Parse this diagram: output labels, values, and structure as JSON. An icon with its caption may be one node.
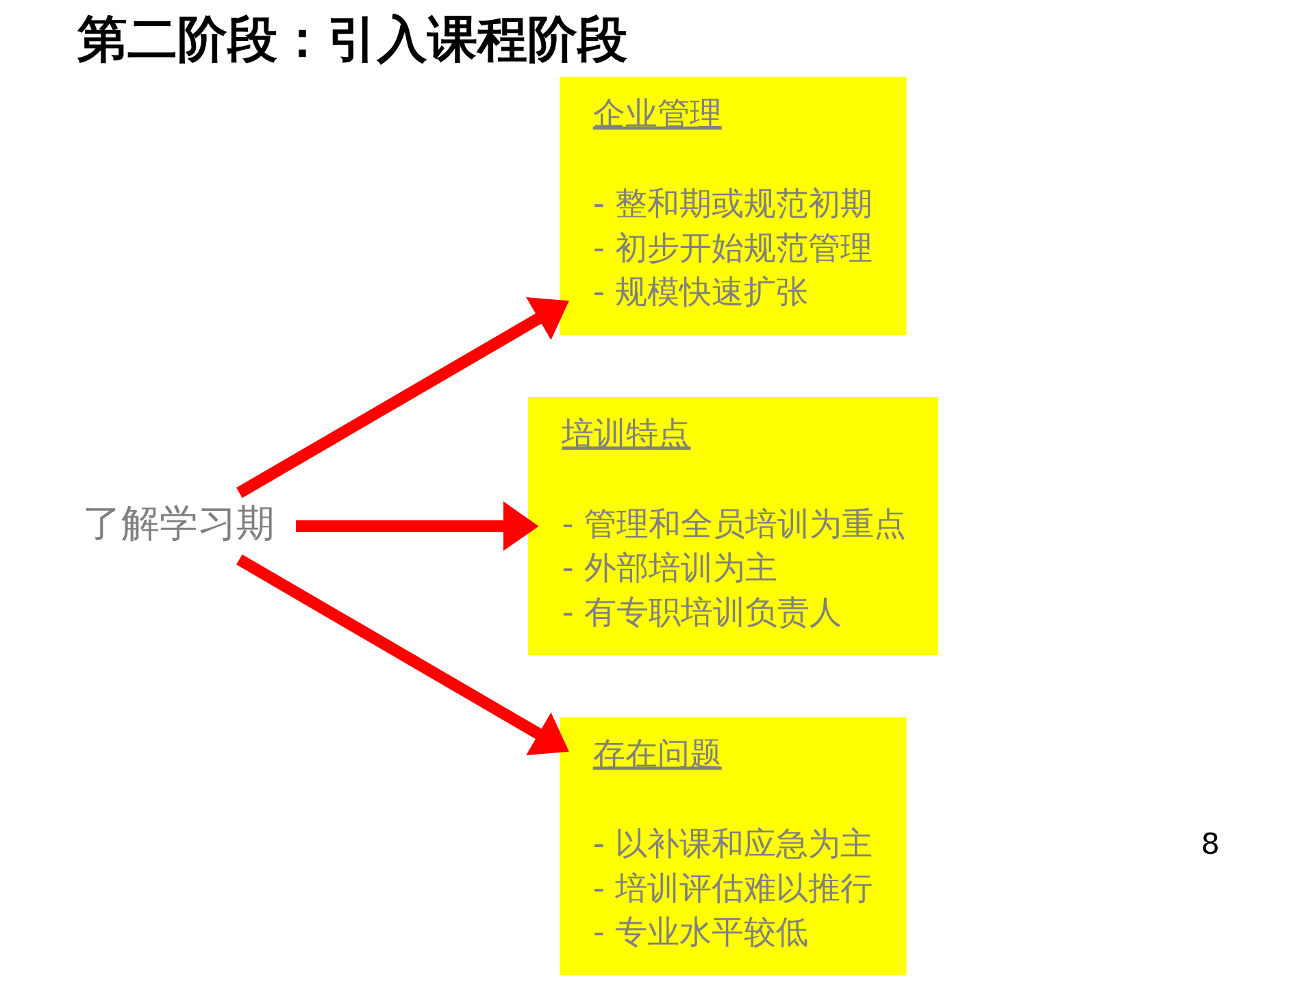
{
  "diagram": {
    "title": "第二阶段：引入课程阶段",
    "nodes": [
      {
        "text": [
          "了解学习期"
        ]
      },
      {
        "text": [
          "企业管理",
          "- 整和期或规范初期",
          "- 初步开始规范管理",
          "- 规模快速扩张"
        ]
      },
      {
        "text": [
          "培训特点",
          "- 管理和全员培训为重点",
          "- 外部培训为主",
          "- 有专职培训负责人"
        ]
      },
      {
        "text": [
          "存在问题",
          "- 以补课和应急为主",
          "- 培训评估难以推行",
          "- 专业水平较低"
        ]
      }
    ],
    "edges": [
      {
        "from": 0,
        "to": 1,
        "arrow": "to"
      },
      {
        "from": 0,
        "to": 2,
        "arrow": "to"
      },
      {
        "from": 0,
        "to": 3,
        "arrow": "to"
      }
    ],
    "labels": [
      "8"
    ]
  }
}
